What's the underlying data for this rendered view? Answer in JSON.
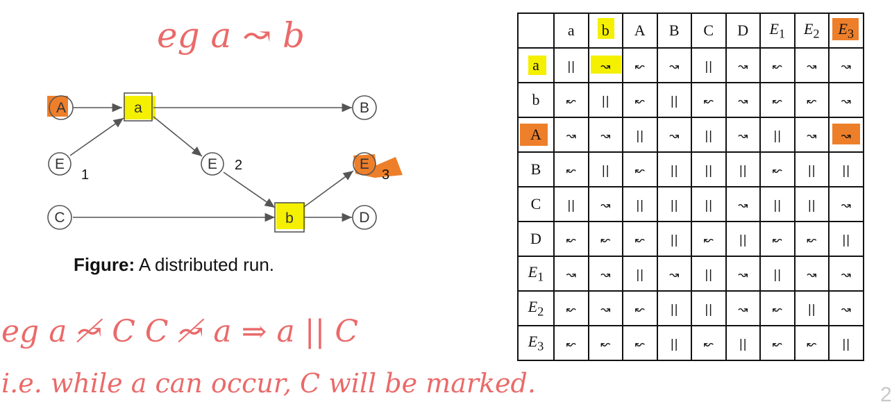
{
  "handwriting": {
    "top_note": "eg a ↝ b",
    "bottom_line1": "eg a ↝̸ C  C ↝̸ a ⇒ a || C",
    "bottom_line2": "i.e. while a can occur, C will be marked."
  },
  "diagram": {
    "nodes": {
      "A": "A",
      "E1": "E",
      "E1_sub": "1",
      "C": "C",
      "a": "a",
      "E2": "E",
      "E2_sub": "2",
      "b": "b",
      "B": "B",
      "E3": "E",
      "E3_sub": "3",
      "D": "D"
    },
    "caption_bold": "Figure:",
    "caption_text": " A distributed run."
  },
  "symbols": {
    "S": "↝",
    "R": "↜",
    "P": "||"
  },
  "table": {
    "headers": [
      "a",
      "b",
      "A",
      "B",
      "C",
      "D",
      "E1",
      "E2",
      "E3"
    ],
    "rows": [
      {
        "label": "a",
        "cells": [
          "P",
          "S",
          "R",
          "S",
          "P",
          "S",
          "R",
          "S",
          "S"
        ]
      },
      {
        "label": "b",
        "cells": [
          "R",
          "P",
          "R",
          "P",
          "R",
          "S",
          "R",
          "R",
          "S"
        ]
      },
      {
        "label": "A",
        "cells": [
          "S",
          "S",
          "P",
          "S",
          "P",
          "S",
          "P",
          "S",
          "S"
        ]
      },
      {
        "label": "B",
        "cells": [
          "R",
          "P",
          "R",
          "P",
          "P",
          "P",
          "R",
          "P",
          "P"
        ]
      },
      {
        "label": "C",
        "cells": [
          "P",
          "S",
          "P",
          "P",
          "P",
          "S",
          "P",
          "P",
          "S"
        ]
      },
      {
        "label": "D",
        "cells": [
          "R",
          "R",
          "R",
          "P",
          "R",
          "P",
          "R",
          "R",
          "P"
        ]
      },
      {
        "label": "E1",
        "cells": [
          "S",
          "S",
          "P",
          "S",
          "P",
          "S",
          "P",
          "S",
          "S"
        ]
      },
      {
        "label": "E2",
        "cells": [
          "R",
          "S",
          "R",
          "P",
          "P",
          "S",
          "R",
          "P",
          "S"
        ]
      },
      {
        "label": "E3",
        "cells": [
          "R",
          "R",
          "R",
          "P",
          "R",
          "P",
          "R",
          "R",
          "P"
        ]
      }
    ],
    "highlights": {
      "yellow_headers": [
        "b"
      ],
      "orange_headers": [
        "E3"
      ],
      "yellow_rows": [
        "a"
      ],
      "orange_rows": [
        "A"
      ],
      "yellow_cells": [
        {
          "row": "a",
          "col": "b"
        }
      ],
      "orange_cells": [
        {
          "row": "A",
          "col": "E3"
        }
      ]
    }
  },
  "colors": {
    "yellow": "#f4f000",
    "orange": "#ee7f2a",
    "ink": "#ea6a6a",
    "line": "#555555"
  },
  "page_number": "2"
}
